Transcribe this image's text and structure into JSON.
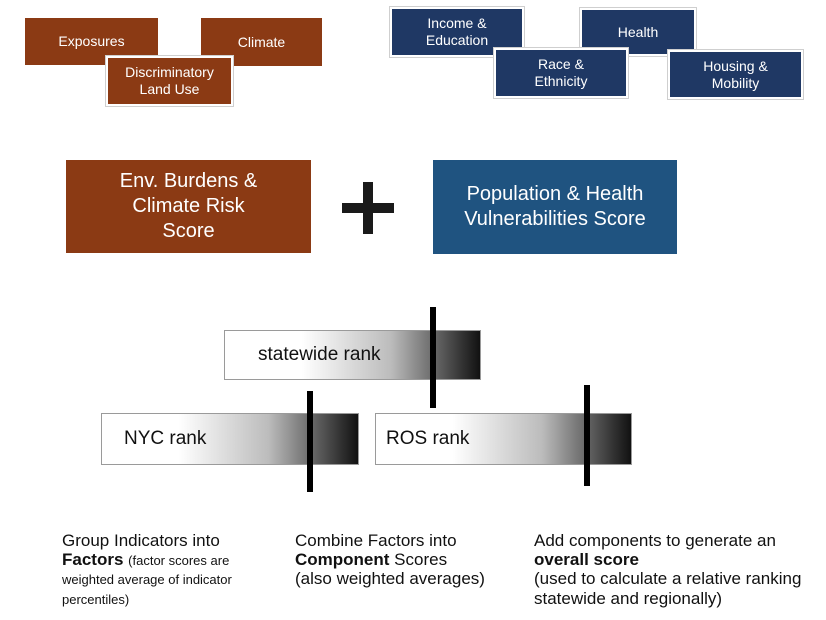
{
  "env_factors": {
    "exposures": "Exposures",
    "climate": "Climate",
    "discriminatory_land_use": "Discriminatory Land Use"
  },
  "pop_factors": {
    "income_education": "Income & Education",
    "health": "Health",
    "race_ethnicity": "Race & Ethnicity",
    "housing_mobility": "Housing & Mobility"
  },
  "components": {
    "env_score": "Env. Burdens & Climate Risk Score",
    "pop_score": "Population & Health Vulnerabilities Score",
    "plus_sign": "+"
  },
  "ranks": {
    "statewide": "statewide rank",
    "nyc": "NYC rank",
    "ros": "ROS rank"
  },
  "captions": {
    "step1": {
      "line1": "Group Indicators into",
      "bold": "Factors",
      "small": "(factor scores are weighted average of indicator percentiles)"
    },
    "step2": {
      "line1": "Combine Factors into",
      "bold": "Component",
      "rest": " Scores",
      "sub": "(also weighted averages)"
    },
    "step3": {
      "line1": "Add components to generate an ",
      "bold": "overall score",
      "sub": "(used to calculate a relative ranking statewide and regionally)"
    }
  },
  "colors": {
    "env_brown": "#8b3a14",
    "pop_navy": "#1f3864",
    "pop_score_blue": "#1f5380"
  }
}
